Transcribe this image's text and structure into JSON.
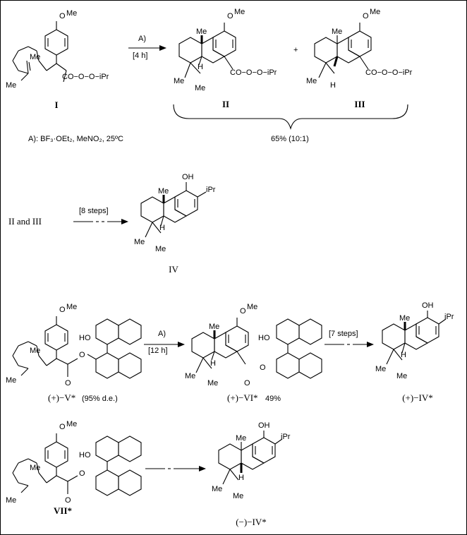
{
  "reaction1": {
    "reagent_tag": "A)",
    "time": "[4 h]",
    "plus": "+",
    "start_label": "I",
    "product2_label": "II",
    "product3_label": "III",
    "conditions": "A): BF₃·OEt₂, MeNO₂, 25ºC",
    "yield": "65% (10:1)"
  },
  "reaction2": {
    "start_text": "II and III",
    "steps": "[8 steps]",
    "product_label": "IV"
  },
  "reaction3": {
    "reagent_tag": "A)",
    "time": "[12 h]",
    "steps": "[7 steps]",
    "start_label": "(+)−V*",
    "start_note": "(95% d.e.)",
    "product_label": "(+)−VI*",
    "product_yield": "49%",
    "final_label": "(+)−IV*"
  },
  "reaction4": {
    "start_label": "VII*",
    "product_label": "(−)−IV*"
  },
  "atoms": {
    "methoxy": "O",
    "methyl": "Me",
    "ester": "CO−O−O−iPr",
    "hydroxyl": "OH",
    "isopropyl": "iPr",
    "hydrogen": "H",
    "ho": "HO",
    "oxygen": "O"
  }
}
